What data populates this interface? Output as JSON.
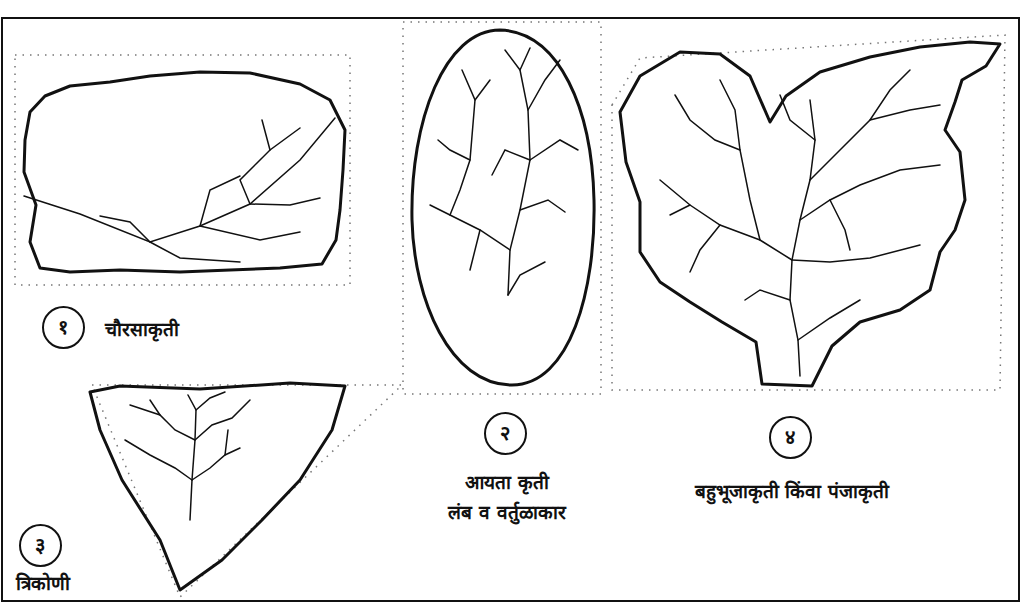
{
  "diagram": {
    "nodes": [
      {
        "text": [
          "१",
          "चौरसाकृती"
        ]
      },
      {
        "text": [
          "२",
          "आयता कृती",
          "लंब व वर्तुळाकार"
        ]
      },
      {
        "text": [
          "३",
          "त्रिकोणी"
        ]
      },
      {
        "text": [
          "४",
          "बहुभूजाकृती किंवा पंजाकृती"
        ]
      }
    ]
  }
}
